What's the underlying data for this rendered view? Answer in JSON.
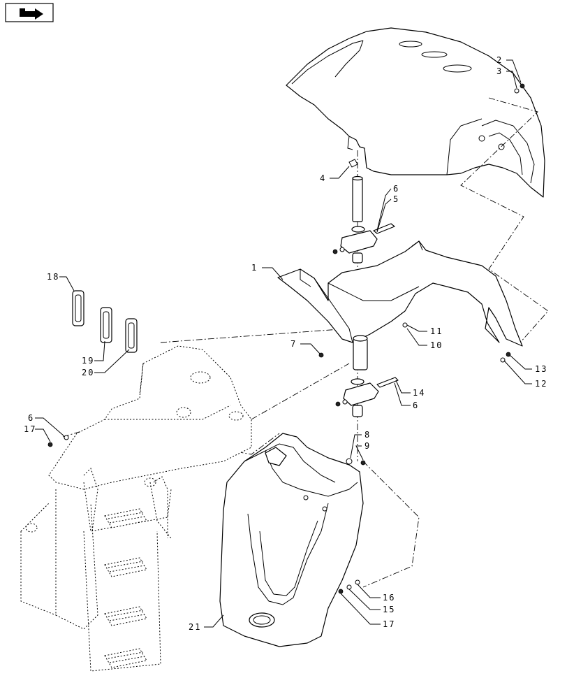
{
  "diagram": {
    "callouts": [
      {
        "id": "c-2",
        "text": "2"
      },
      {
        "id": "c-3",
        "text": "3"
      },
      {
        "id": "c-4",
        "text": "4"
      },
      {
        "id": "c-6a",
        "text": "6"
      },
      {
        "id": "c-5",
        "text": "5"
      },
      {
        "id": "c-1",
        "text": "1"
      },
      {
        "id": "c-18",
        "text": "18"
      },
      {
        "id": "c-19",
        "text": "19"
      },
      {
        "id": "c-20",
        "text": "20"
      },
      {
        "id": "c-7",
        "text": "7"
      },
      {
        "id": "c-11",
        "text": "11"
      },
      {
        "id": "c-10",
        "text": "10"
      },
      {
        "id": "c-13",
        "text": "13"
      },
      {
        "id": "c-12",
        "text": "12"
      },
      {
        "id": "c-14",
        "text": "14"
      },
      {
        "id": "c-6b",
        "text": "6"
      },
      {
        "id": "c-6c",
        "text": "6"
      },
      {
        "id": "c-17a",
        "text": "17"
      },
      {
        "id": "c-8",
        "text": "8"
      },
      {
        "id": "c-9",
        "text": "9"
      },
      {
        "id": "c-16",
        "text": "16"
      },
      {
        "id": "c-15",
        "text": "15"
      },
      {
        "id": "c-17b",
        "text": "17"
      },
      {
        "id": "c-21",
        "text": "21"
      }
    ]
  },
  "icons": {
    "nav_icon": "return-arrow-icon"
  }
}
